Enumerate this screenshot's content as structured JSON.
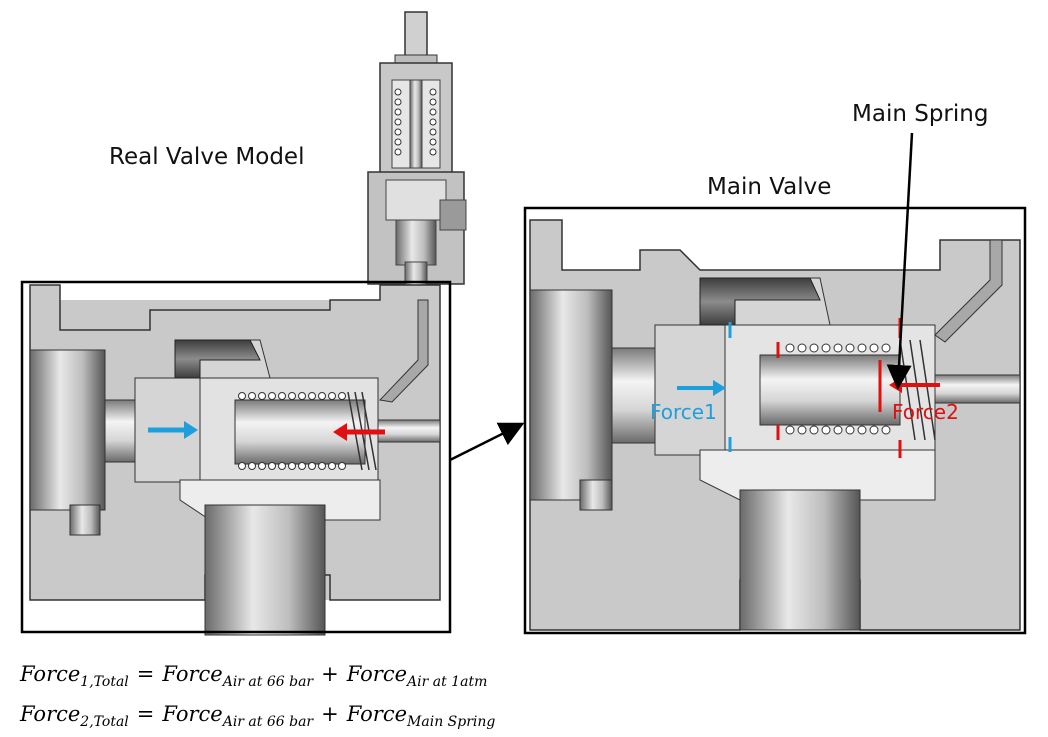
{
  "labels": {
    "real_valve_model": "Real Valve Model",
    "main_valve": "Main Valve",
    "main_spring": "Main Spring",
    "force1": "Force1",
    "force2": "Force2"
  },
  "equations": [
    {
      "lhs_main": "Force",
      "lhs_sub": "1,Total",
      "eq": "=",
      "t1_main": "Force",
      "t1_sub": "Air at 66 bar",
      "plus": "+",
      "t2_main": "Force",
      "t2_sub": "Air at 1atm"
    },
    {
      "lhs_main": "Force",
      "lhs_sub": "2,Total",
      "eq": "=",
      "t1_main": "Force",
      "t1_sub": "Air at 66 bar",
      "plus": "+",
      "t2_main": "Force",
      "t2_sub": "Main Spring"
    }
  ],
  "colors": {
    "force1_arrow": "#1e9fdc",
    "force2_arrow": "#e01010",
    "body_gray": "#c9c9c9",
    "dark_gray": "#5a5a5a",
    "frame": "#000000"
  }
}
